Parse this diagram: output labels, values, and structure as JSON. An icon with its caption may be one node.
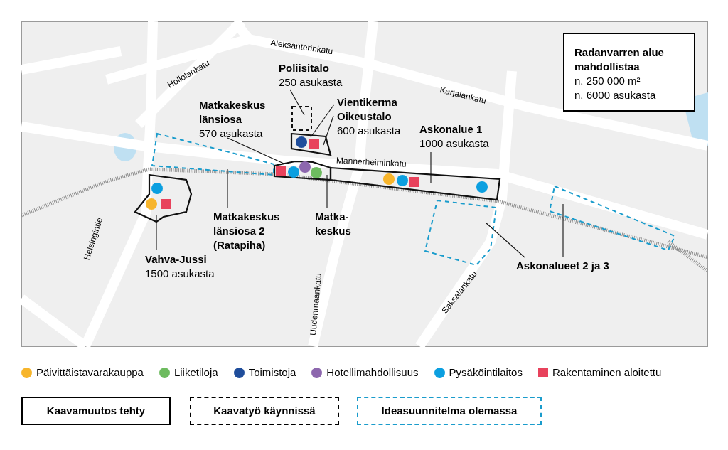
{
  "diagram": {
    "nodes": [
      {
        "text": [
          "Radanvarren alue mahdollistaa",
          "n. 250 000 m²",
          "n. 6000 asukasta"
        ]
      },
      {
        "text": [
          "Poliisitalo",
          "250 asukasta"
        ]
      },
      {
        "text": [
          "Vientikerma"
        ]
      },
      {
        "text": [
          "Oikeustalo",
          "600 asukasta"
        ]
      },
      {
        "text": [
          "Matkakeskus länsiosa",
          "570 asukasta"
        ]
      },
      {
        "text": [
          "Askonalue 1",
          "1000 asukasta"
        ]
      },
      {
        "text": [
          "Matkakeskus länsiosa 2 (Ratapiha)"
        ]
      },
      {
        "text": [
          "Matka- keskus"
        ]
      },
      {
        "text": [
          "Vahva-Jussi",
          "1500 asukasta"
        ]
      },
      {
        "text": [
          "Askonalueet 2 ja 3"
        ]
      },
      {
        "text": [],
        "shape": "box"
      },
      {
        "text": [],
        "shape": "box"
      },
      {
        "text": [],
        "shape": "box"
      },
      {
        "text": [],
        "shape": "box"
      },
      {
        "text": [],
        "shape": "box"
      },
      {
        "text": [],
        "shape": "box"
      },
      {
        "text": [],
        "shape": "box"
      },
      {
        "text": [],
        "shape": "box"
      }
    ],
    "edges": [
      {
        "from": 1,
        "to": 10,
        "arrow": "none"
      },
      {
        "from": 2,
        "to": 11,
        "arrow": "none"
      },
      {
        "from": 3,
        "to": 11,
        "arrow": "none"
      },
      {
        "from": 4,
        "to": 12,
        "arrow": "none"
      },
      {
        "from": 5,
        "to": 13,
        "arrow": "none"
      },
      {
        "from": 6,
        "to": 14,
        "arrow": "none"
      },
      {
        "from": 7,
        "to": 12,
        "arrow": "none"
      },
      {
        "from": 8,
        "to": 15,
        "arrow": "none"
      },
      {
        "from": 9,
        "to": 16,
        "arrow": "none"
      },
      {
        "from": 9,
        "to": 17,
        "arrow": "none"
      }
    ],
    "labels": [
      "Hollolankatu",
      "Aleksanterinkatu",
      "Karjalankatu",
      "Mannerheiminkatu",
      "Helsingintie",
      "Uudenmaankatu",
      "Saksalankatu"
    ],
    "legend": [
      {
        "text": "Päivittäistavarakauppa",
        "color": "#f7b52c"
      },
      {
        "text": "Liiketiloja",
        "color": "#6dbb5f"
      },
      {
        "text": "Toimistoja",
        "color": "#1f4d9b"
      },
      {
        "text": "Hotellimahdollisuus",
        "color": "#8d67ae"
      },
      {
        "text": "Pysäköintilaitos",
        "color": "#0b9fe0"
      },
      {
        "text": "Rakentaminen aloitettu",
        "color": "#e8425c"
      },
      {
        "text": "Kaavamuutos tehty"
      },
      {
        "text": "Kaavatyö käynnissä"
      },
      {
        "text": "Ideasuunnitelma olemassa"
      }
    ]
  }
}
